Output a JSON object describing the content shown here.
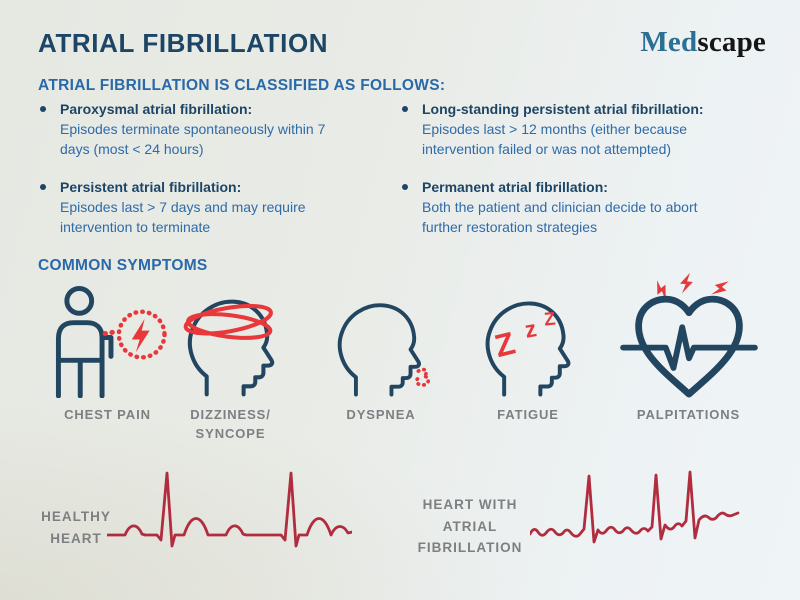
{
  "header": {
    "title": "ATRIAL FIBRILLATION",
    "logo_med": "Med",
    "logo_scape": "scape"
  },
  "classification": {
    "heading": "ATRIAL FIBRILLATION IS CLASSIFIED AS FOLLOWS:",
    "items": [
      {
        "term": "Paroxysmal atrial fibrillation:",
        "description": "Episodes terminate spontaneously within 7 days (most < 24 hours)"
      },
      {
        "term": "Persistent atrial fibrillation:",
        "description": "Episodes last > 7 days and may require intervention to terminate"
      },
      {
        "term": "Long-standing persistent atrial fibrillation:",
        "description": "Episodes last > 12 months (either because intervention failed or was not attempted)"
      },
      {
        "term": "Permanent atrial fibrillation:",
        "description": "Both the patient and clinician decide to abort further restoration strategies"
      }
    ]
  },
  "symptoms": {
    "heading": "COMMON SYMPTOMS",
    "items": [
      {
        "icon": "chest-pain-icon",
        "label": "CHEST PAIN"
      },
      {
        "icon": "dizziness-icon",
        "label": "DIZZINESS/\nSYNCOPE"
      },
      {
        "icon": "dyspnea-icon",
        "label": "DYSPNEA"
      },
      {
        "icon": "fatigue-icon",
        "label": "FATIGUE"
      },
      {
        "icon": "palpitations-icon",
        "label": "PALPITATIONS"
      }
    ]
  },
  "ecg_comparison": {
    "healthy_label": "HEALTHY\nHEART",
    "afib_label": "HEART WITH\nATRIAL\nFIBRILLATION"
  },
  "colors": {
    "navy": "#1d4566",
    "icon_navy": "#234660",
    "text_blue": "#2e6ba9",
    "heading_blue": "#2a69a8",
    "accent_red": "#e8383b",
    "ecg_red": "#b12c3f",
    "label_gray": "#7d7f82",
    "logo_blue": "#2b7094"
  }
}
